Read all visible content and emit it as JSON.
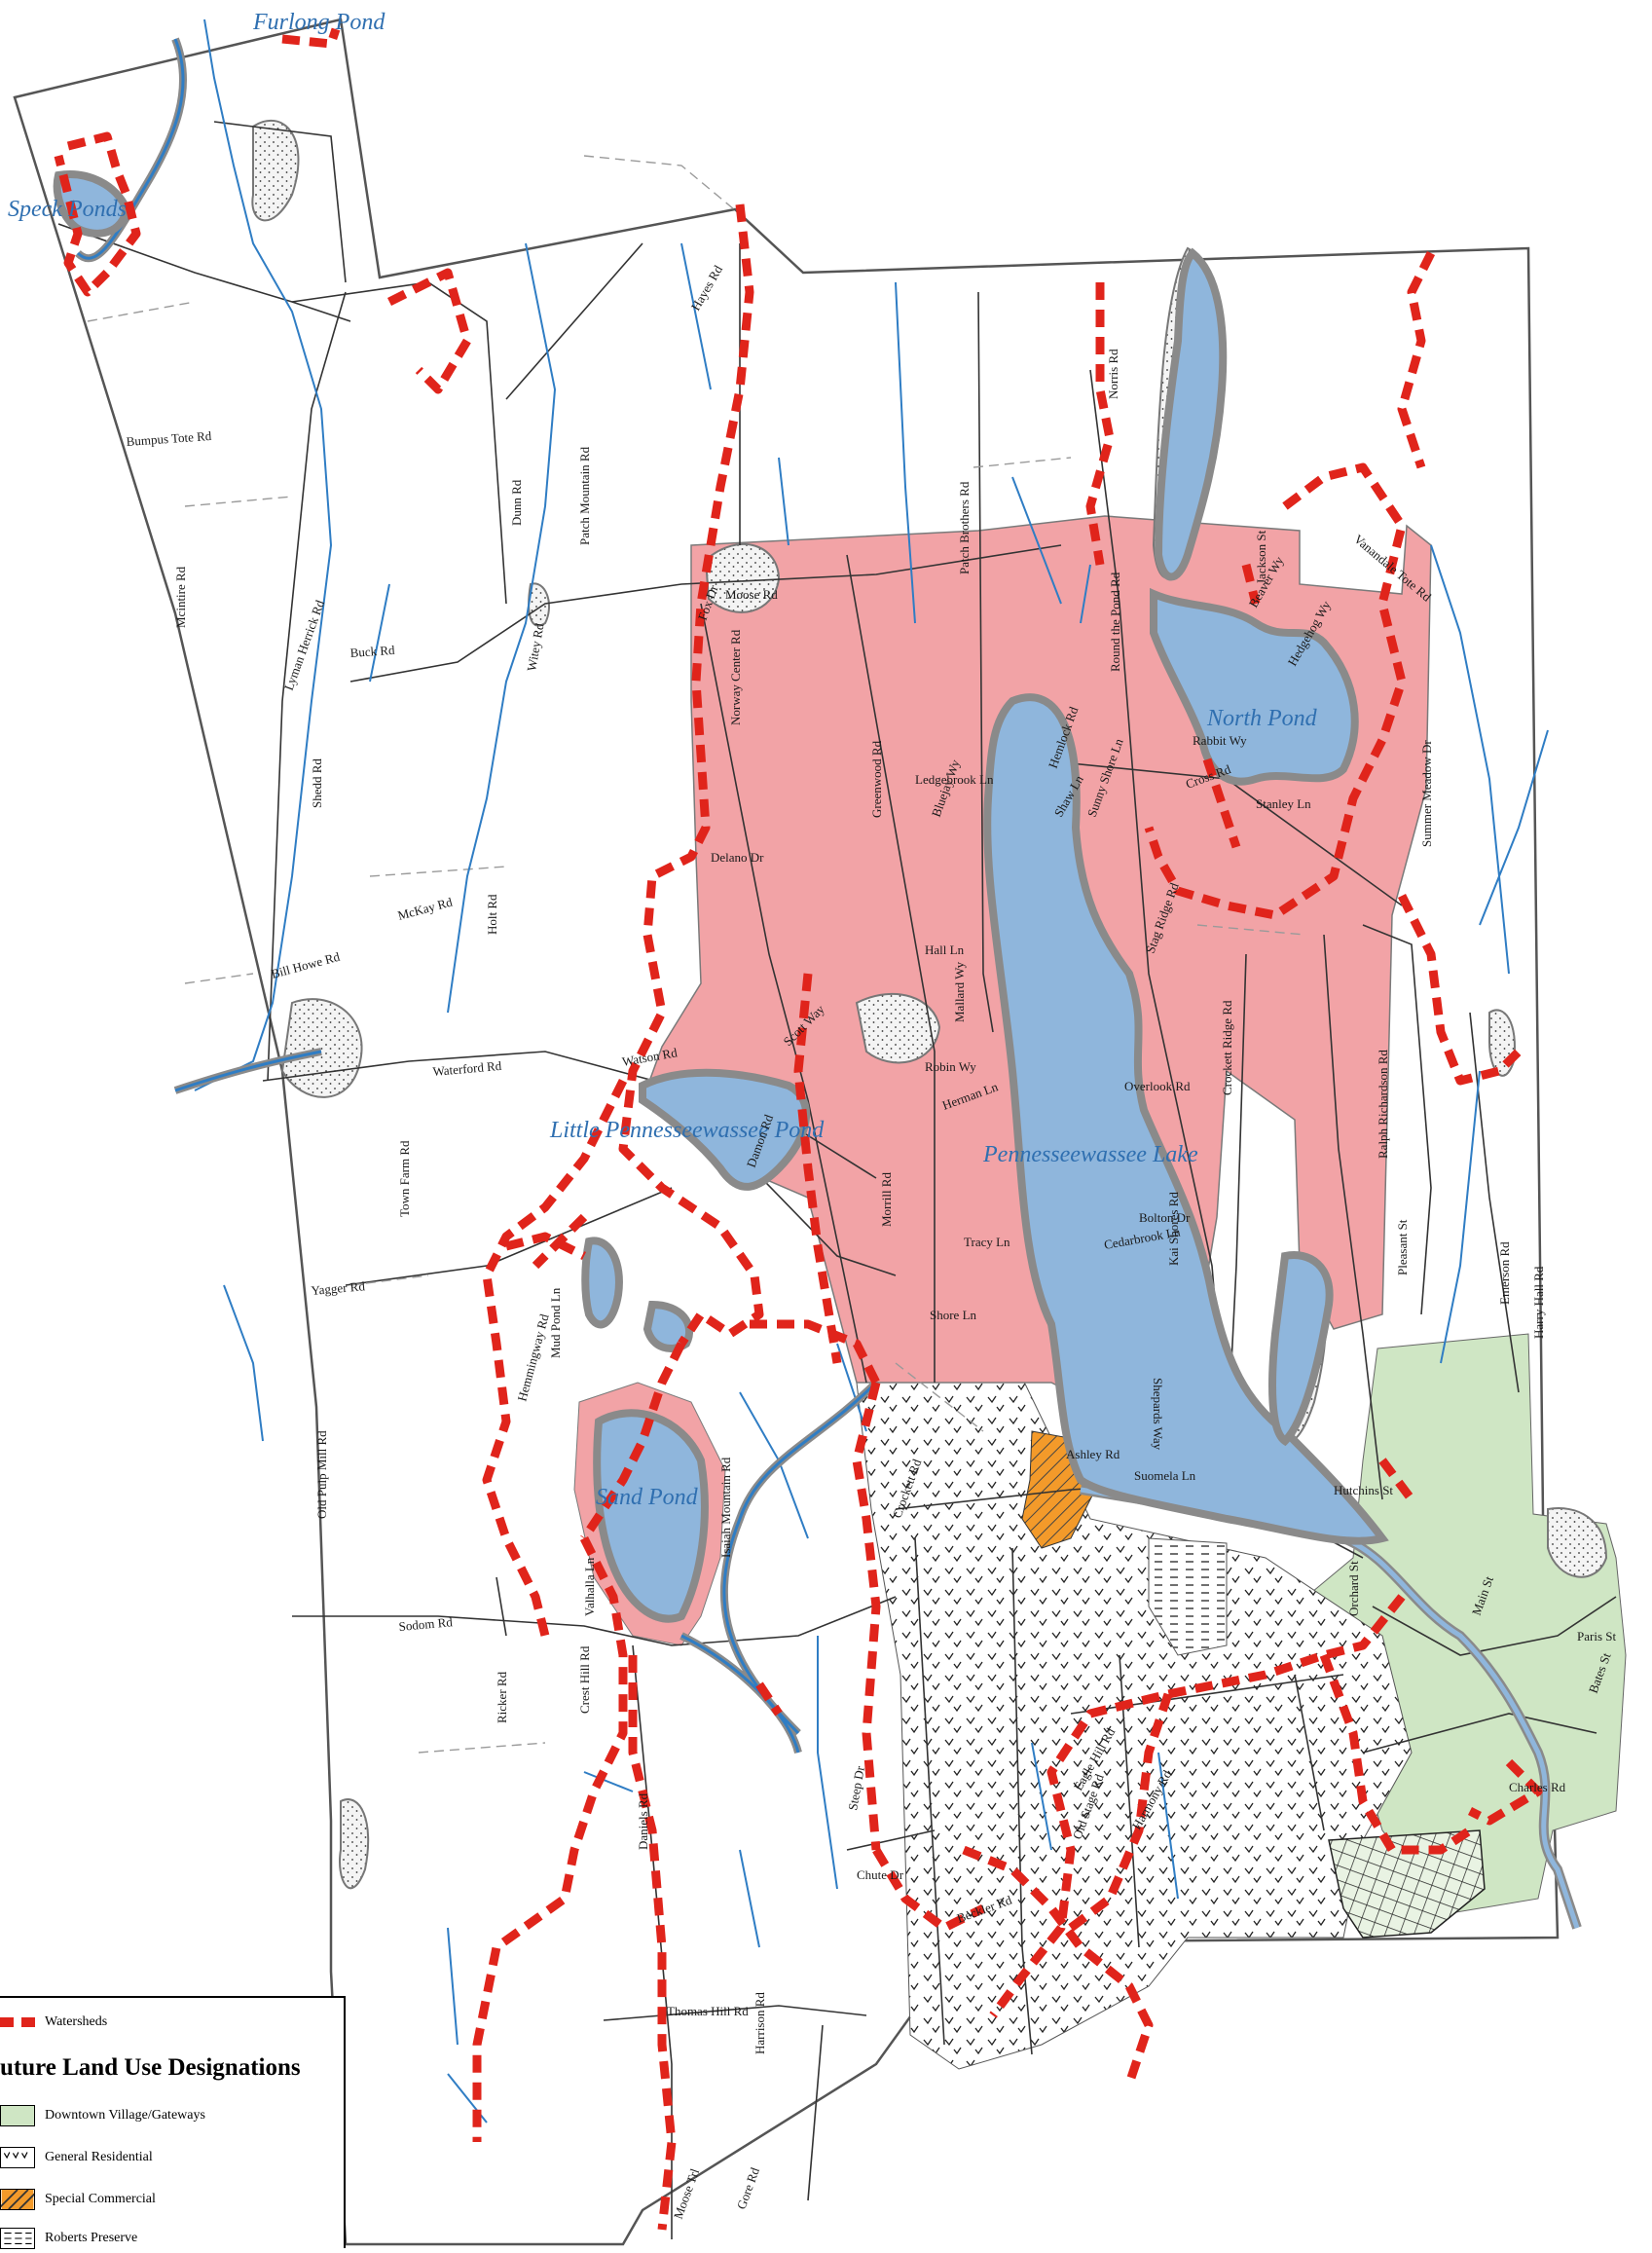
{
  "map": {
    "water_labels": [
      {
        "id": "furlong",
        "text": "Furlong Pond"
      },
      {
        "id": "speck",
        "text": "Speck Ponds"
      },
      {
        "id": "north",
        "text": "North Pond"
      },
      {
        "id": "little",
        "text": "Little Pennesseewassee Pond"
      },
      {
        "id": "lake",
        "text": "Pennesseewassee Lake"
      },
      {
        "id": "sand",
        "text": "Sand Pond"
      }
    ],
    "road_labels": [
      "Bumpus Tote Rd",
      "Dunn Rd",
      "Patch Mountain Rd",
      "Hayes Rd",
      "Buck Rd",
      "Mcintire Rd",
      "Lyman Herrick Rd",
      "Shedd Rd",
      "Holt Rd",
      "Witey Rd",
      "McKay Rd",
      "Bill Howe Rd",
      "Waterford Rd",
      "Town Farm Rd",
      "Yagger Rd",
      "Hemmingway Rd",
      "Watson Rd",
      "Norway Center Rd",
      "Greenwood Rd",
      "Ledgebrook Ln",
      "Patch Brothers Rd",
      "Round the Pond Rd",
      "Crockett Ridge Rd",
      "Ralph Richardson Rd",
      "Pleasant St",
      "Emerson Rd",
      "Harry Hall Rd",
      "Scott Way",
      "Morrill Rd",
      "Damon Rd",
      "Shore Ln",
      "Tracy Ln",
      "Robin Wy",
      "Mallard Wy",
      "Hall Ln",
      "Herman Ln",
      "Bluejay Wy",
      "Delano Dr",
      "Moose Rd",
      "Fox Dr",
      "Bolton Dr",
      "Cedarbrook Ln",
      "Kai Shores Rd",
      "Shepards Way",
      "Suomela Ln",
      "Hutchins St",
      "Orchard St",
      "Paris St",
      "Bates St",
      "Main St",
      "Ashley Rd",
      "Crockett Rd",
      "Old Pulp Mill Rd",
      "Sodom Rd",
      "Ricker Rd",
      "Valhalla Ln",
      "Isaiah Mountain Rd",
      "Crest Hill Rd",
      "Mud Pond Ln",
      "Chute Dr",
      "Steep Dr",
      "Old Stage Rd",
      "Daniels Rd",
      "Thomas Hill Rd",
      "Harrison Rd",
      "Gore Rd",
      "Moose Trl",
      "Beckler Rd",
      "Hedgehog Wy",
      "Beaver Wy",
      "Jackson St",
      "Rabbit Wy",
      "Cross Rd",
      "Stanley Ln",
      "Summer Meadow Dr",
      "Vanandale Tote Rd",
      "Norris Rd",
      "Sunny Shore Ln",
      "Hemlock Rd",
      "Stag Ridge Rd",
      "Shaw Ln",
      "Overlook Rd",
      "Charles Rd",
      "Eagle Hill Rd",
      "Harmony Rd"
    ]
  },
  "legend": {
    "watersheds": "Watersheds",
    "title": "uture Land Use Designations",
    "items": [
      {
        "label": "Downtown Village/Gateways",
        "color": "#cfe6c4",
        "pattern": "solid"
      },
      {
        "label": "General Residential",
        "color": "#ffffff",
        "pattern": "checks"
      },
      {
        "label": "Special Commercial",
        "color": "#f39a2a",
        "pattern": "hatch"
      },
      {
        "label": "Roberts Preserve",
        "color": "#ffffff",
        "pattern": "dashes"
      }
    ],
    "watershed_color": "#e0241b"
  },
  "colors": {
    "water": "#8fb6dc",
    "water_edge": "#8a8a8a",
    "stream": "#2f7dc4",
    "pink": "#f2a3a6",
    "village": "#cfe6c4",
    "commercial": "#f39a2a"
  }
}
